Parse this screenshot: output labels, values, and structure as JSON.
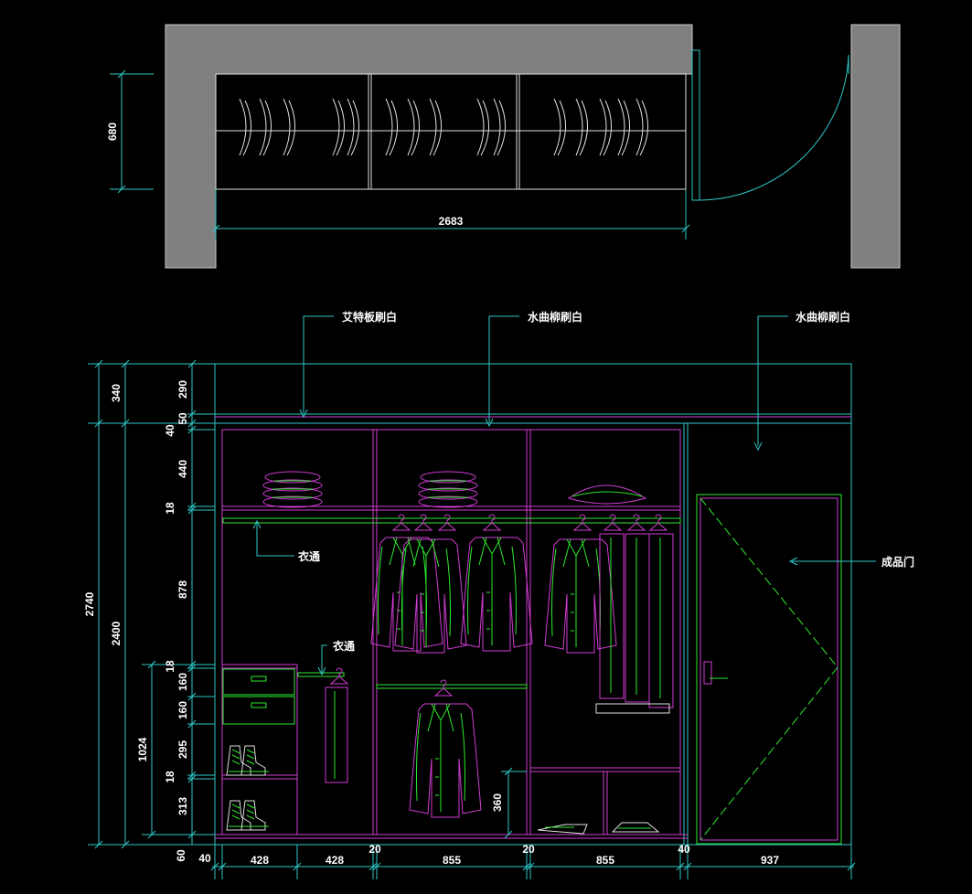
{
  "colors": {
    "background": "#000000",
    "wall": "#808080",
    "cyan": "#2fc8c8",
    "magenta": "#d23cd2",
    "green": "#2ee82e",
    "text": "#ffffff"
  },
  "plan": {
    "depth_dim": "680",
    "width_dim": "2683"
  },
  "callouts": {
    "board": "艾特板刷白",
    "willow1": "水曲柳刷白",
    "willow2": "水曲柳刷白",
    "rail1": "衣通",
    "rail2": "衣通",
    "door": "成品门"
  },
  "dims_left_outer": {
    "d340": "340",
    "d2740": "2740",
    "d60": "60"
  },
  "dims_left_mid": {
    "d2400": "2400",
    "d1024": "1024"
  },
  "dims_left_inner": {
    "d290": "290",
    "d50": "50",
    "d40": "40",
    "d440": "440",
    "d18a": "18",
    "d878": "878",
    "d18b": "18",
    "d160a": "160",
    "d160b": "160",
    "d295": "295",
    "d18c": "18",
    "d313": "313"
  },
  "dim_360": "360",
  "dims_bottom": {
    "b40a": "40",
    "b428a": "428",
    "b428b": "428",
    "b20a": "20",
    "b855a": "855",
    "b20b": "20",
    "b855b": "855",
    "b40b": "40",
    "b937": "937"
  }
}
